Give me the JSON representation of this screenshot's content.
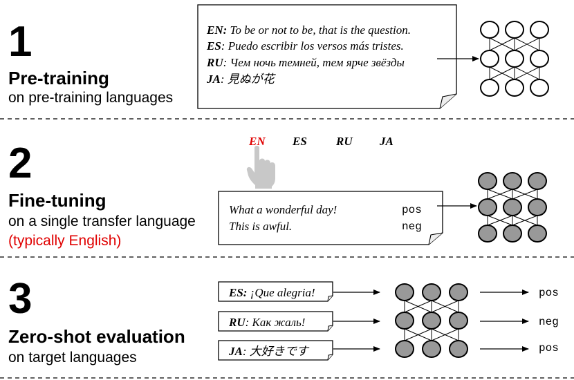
{
  "sections": {
    "pretraining": {
      "number": "1",
      "title": "Pre-training",
      "subtitle": "on pre-training languages",
      "lines": [
        {
          "lang": "EN:",
          "text": " To be or not to be, that is the question."
        },
        {
          "lang": "ES",
          "text": ": Puedo escribir los versos más tristes."
        },
        {
          "lang": "RU",
          "text": ": Чем ночь темней, тем ярче звёзды"
        },
        {
          "lang": "JA",
          "text": ": 見ぬが花"
        }
      ]
    },
    "finetuning": {
      "number": "2",
      "title": "Fine-tuning",
      "subtitle": "on a single transfer language",
      "note": "(typically English)",
      "languages": [
        "EN",
        "ES",
        "RU",
        "JA"
      ],
      "selected_language": "EN",
      "examples": [
        {
          "text": "What a wonderful day!",
          "label": "pos"
        },
        {
          "text": "This is awful.",
          "label": "neg"
        }
      ]
    },
    "zeroshot": {
      "number": "3",
      "title": "Zero-shot evaluation",
      "subtitle": "on target languages",
      "inputs": [
        {
          "lang": "ES:",
          "text": " ¡Que alegria!",
          "output": "pos"
        },
        {
          "lang": "RU",
          "text": ": Как жаль!",
          "output": "neg"
        },
        {
          "lang": "JA",
          "text": ": 大好きです",
          "output": "pos"
        }
      ]
    }
  },
  "colors": {
    "accent": "#e00000",
    "node_pretrained": "#ffffff",
    "node_finetuned": "#999999",
    "hand": "#c8c8c8"
  },
  "icons": {
    "pointer": "pointing-hand-icon"
  }
}
